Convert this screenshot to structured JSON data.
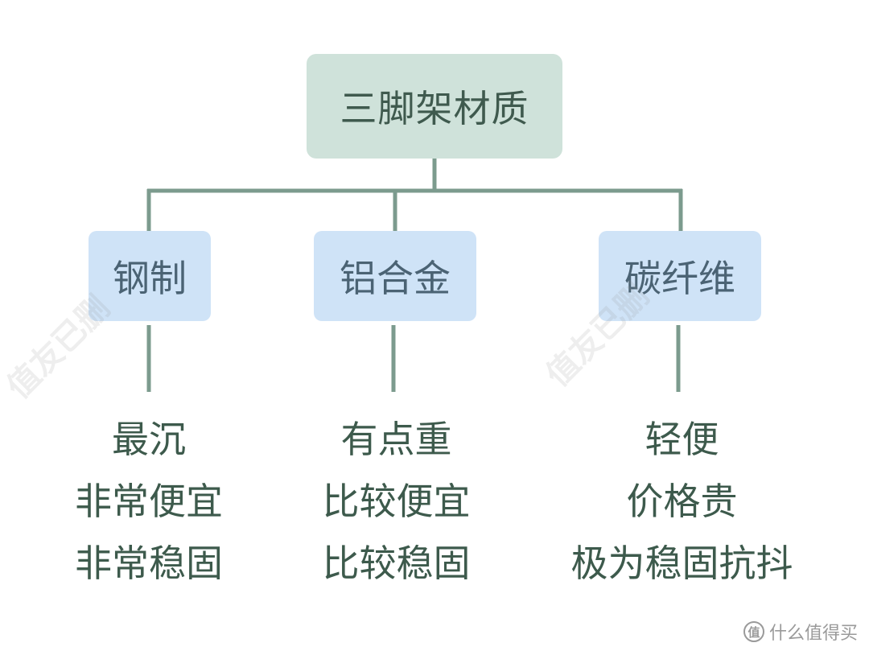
{
  "diagram": {
    "root": {
      "label": "三脚架材质"
    },
    "branches": [
      {
        "label": "钢制",
        "properties": [
          "最沉",
          "非常便宜",
          "非常稳固"
        ]
      },
      {
        "label": "铝合金",
        "properties": [
          "有点重",
          "比较便宜",
          "比较稳固"
        ]
      },
      {
        "label": "碳纤维",
        "properties": [
          "轻便",
          "价格贵",
          "极为稳固抗抖"
        ]
      }
    ]
  },
  "watermark": {
    "text": "值友已删"
  },
  "brand": {
    "logo_glyph": "值",
    "text": "什么值得买"
  },
  "colors": {
    "root_fill": "#cfe2da",
    "branch_fill": "#cfe3f7",
    "connector": "#7c9b8e",
    "text": "#3d5a4c"
  }
}
